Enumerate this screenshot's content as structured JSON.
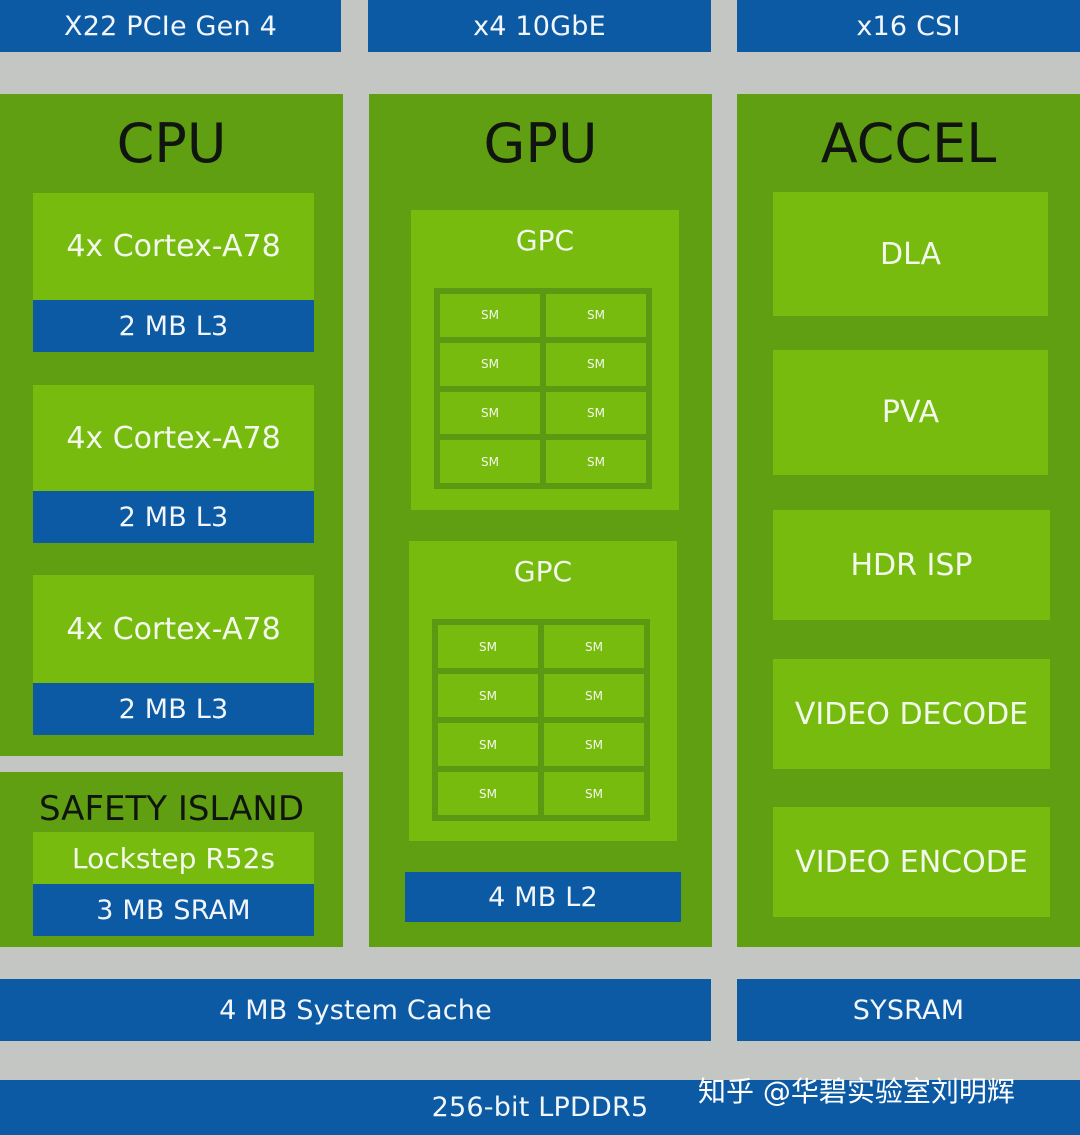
{
  "io": [
    "X22 PCIe Gen 4",
    "x4 10GbE",
    "x16 CSI"
  ],
  "cpu": {
    "title": "CPU",
    "clusters": [
      {
        "core": "4x Cortex-A78",
        "cache": "2 MB L3"
      },
      {
        "core": "4x Cortex-A78",
        "cache": "2 MB L3"
      },
      {
        "core": "4x Cortex-A78",
        "cache": "2 MB L3"
      }
    ]
  },
  "safety": {
    "title": "SAFETY ISLAND",
    "core": "Lockstep R52s",
    "memory": "3 MB SRAM"
  },
  "gpu": {
    "title": "GPU",
    "gpcs": [
      {
        "label": "GPC",
        "sms": [
          "SM",
          "SM",
          "SM",
          "SM",
          "SM",
          "SM",
          "SM",
          "SM"
        ]
      },
      {
        "label": "GPC",
        "sms": [
          "SM",
          "SM",
          "SM",
          "SM",
          "SM",
          "SM",
          "SM",
          "SM"
        ]
      }
    ],
    "l2": "4 MB L2"
  },
  "accel": {
    "title": "ACCEL",
    "units": [
      "DLA",
      "PVA",
      "HDR ISP",
      "VIDEO DECODE",
      "VIDEO ENCODE"
    ]
  },
  "system_cache": "4 MB System Cache",
  "sysram": "SYSRAM",
  "memory": "256-bit LPDDR5",
  "watermark": "知乎 @华碧实验室刘明辉",
  "colors": {
    "background": "#c4c6c4",
    "panel": "#5f9f11",
    "block": "#77bb0e",
    "blue": "#0b5aa3"
  }
}
